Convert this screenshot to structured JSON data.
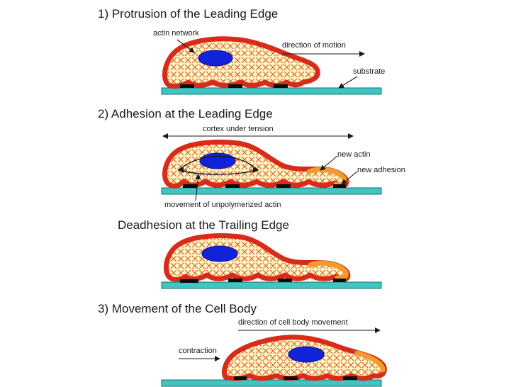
{
  "sections": {
    "s1_title": "1) Protrusion of the Leading Edge",
    "s2_title": "2) Adhesion at the Leading Edge",
    "s2b_title": "Deadhesion at the Trailing Edge",
    "s3_title": "3) Movement of the Cell Body"
  },
  "labels": {
    "actin_network": "actin network",
    "direction_of_motion": "direction of motion",
    "substrate": "substrate",
    "cortex_under_tension": "cortex under tension",
    "new_actin": "new actin",
    "new_adhesion": "new adhesion",
    "movement_unpolymerized": "movement of unpolymerized actin",
    "direction_cell_body": "direction of cell body movement",
    "contraction": "contraction"
  },
  "colors": {
    "cell_fill": "#fbf7c2",
    "actin_cortex": "#d92b1a",
    "nucleus": "#1023d9",
    "new_actin": "#f29a2c",
    "substrate": "#3ec6c2",
    "adhesion": "#0b0b0b"
  }
}
